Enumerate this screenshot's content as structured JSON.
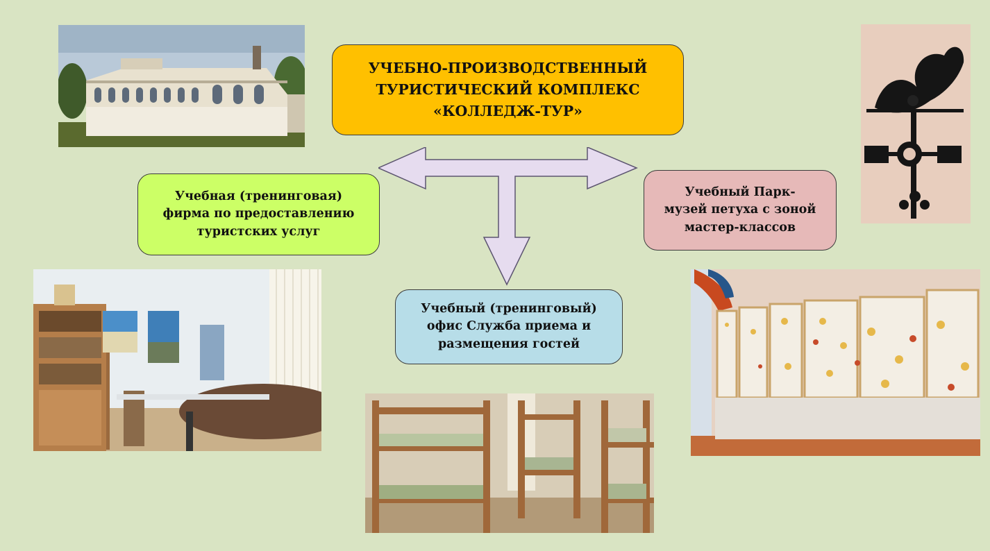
{
  "diagram": {
    "main_box": {
      "lines": [
        "УЧЕБНО-ПРОИЗВОДСТВЕННЫЙ",
        "ТУРИСТИЧЕСКИЙ КОМПЛЕКС",
        "«КОЛЛЕДЖ-ТУР»"
      ],
      "color": "#ffc000"
    },
    "firm_box": {
      "lines": [
        "Учебная (тренинговая)",
        "фирма по предоставлению",
        "туристских услуг"
      ],
      "color": "#ccff66"
    },
    "park_box": {
      "lines": [
        "Учебный Парк-",
        "музей петуха с зоной",
        "мастер-классов"
      ],
      "color": "#e6b9b8"
    },
    "office_box": {
      "lines": [
        "Учебный (тренинговый)",
        "офис Служба приема и",
        "размещения гостей"
      ],
      "color": "#b7dde8"
    },
    "arrow": {
      "shape": "three-way-arrow",
      "color": "#e6dcef"
    }
  },
  "photos": [
    {
      "subject": "historic-building"
    },
    {
      "subject": "rooster-weathervane"
    },
    {
      "subject": "training-office"
    },
    {
      "subject": "bunk-bed-room"
    },
    {
      "subject": "rooster-museum-display"
    }
  ],
  "background_color": "#d9e4c3"
}
